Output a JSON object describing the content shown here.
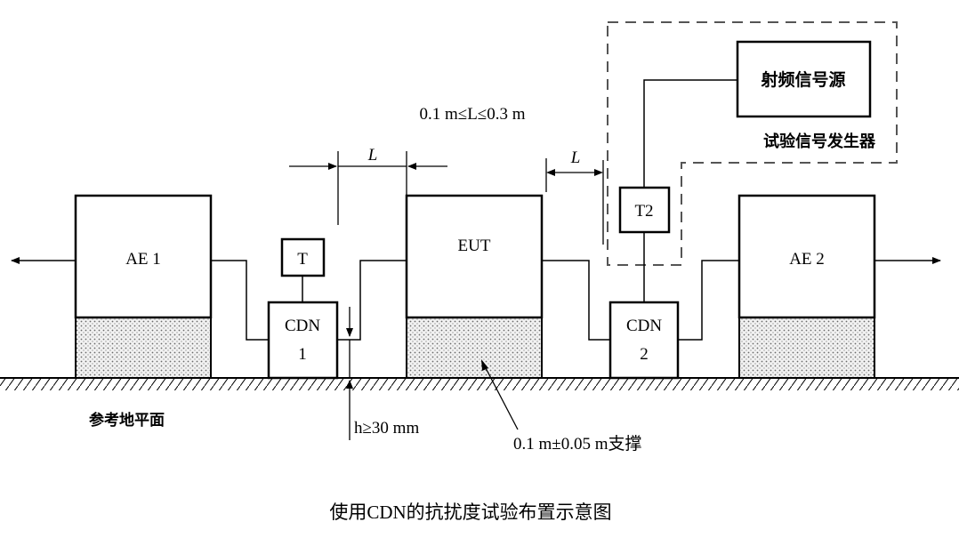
{
  "labels": {
    "ae1": "AE 1",
    "ae2": "AE 2",
    "eut": "EUT",
    "cdn1_line1": "CDN",
    "cdn1_line2": "1",
    "cdn2_line1": "CDN",
    "cdn2_line2": "2",
    "t": "T",
    "t2": "T2",
    "rf_source": "射频信号源",
    "test_generator": "试验信号发生器",
    "distance_rule": "0.1 m≤L≤0.3 m",
    "dim_L": "L",
    "height_rule": "h≥30 mm",
    "support": "0.1 m±0.05 m支撑",
    "reference_ground": "参考地平面"
  },
  "caption": "使用CDN的抗扰度试验布置示意图"
}
